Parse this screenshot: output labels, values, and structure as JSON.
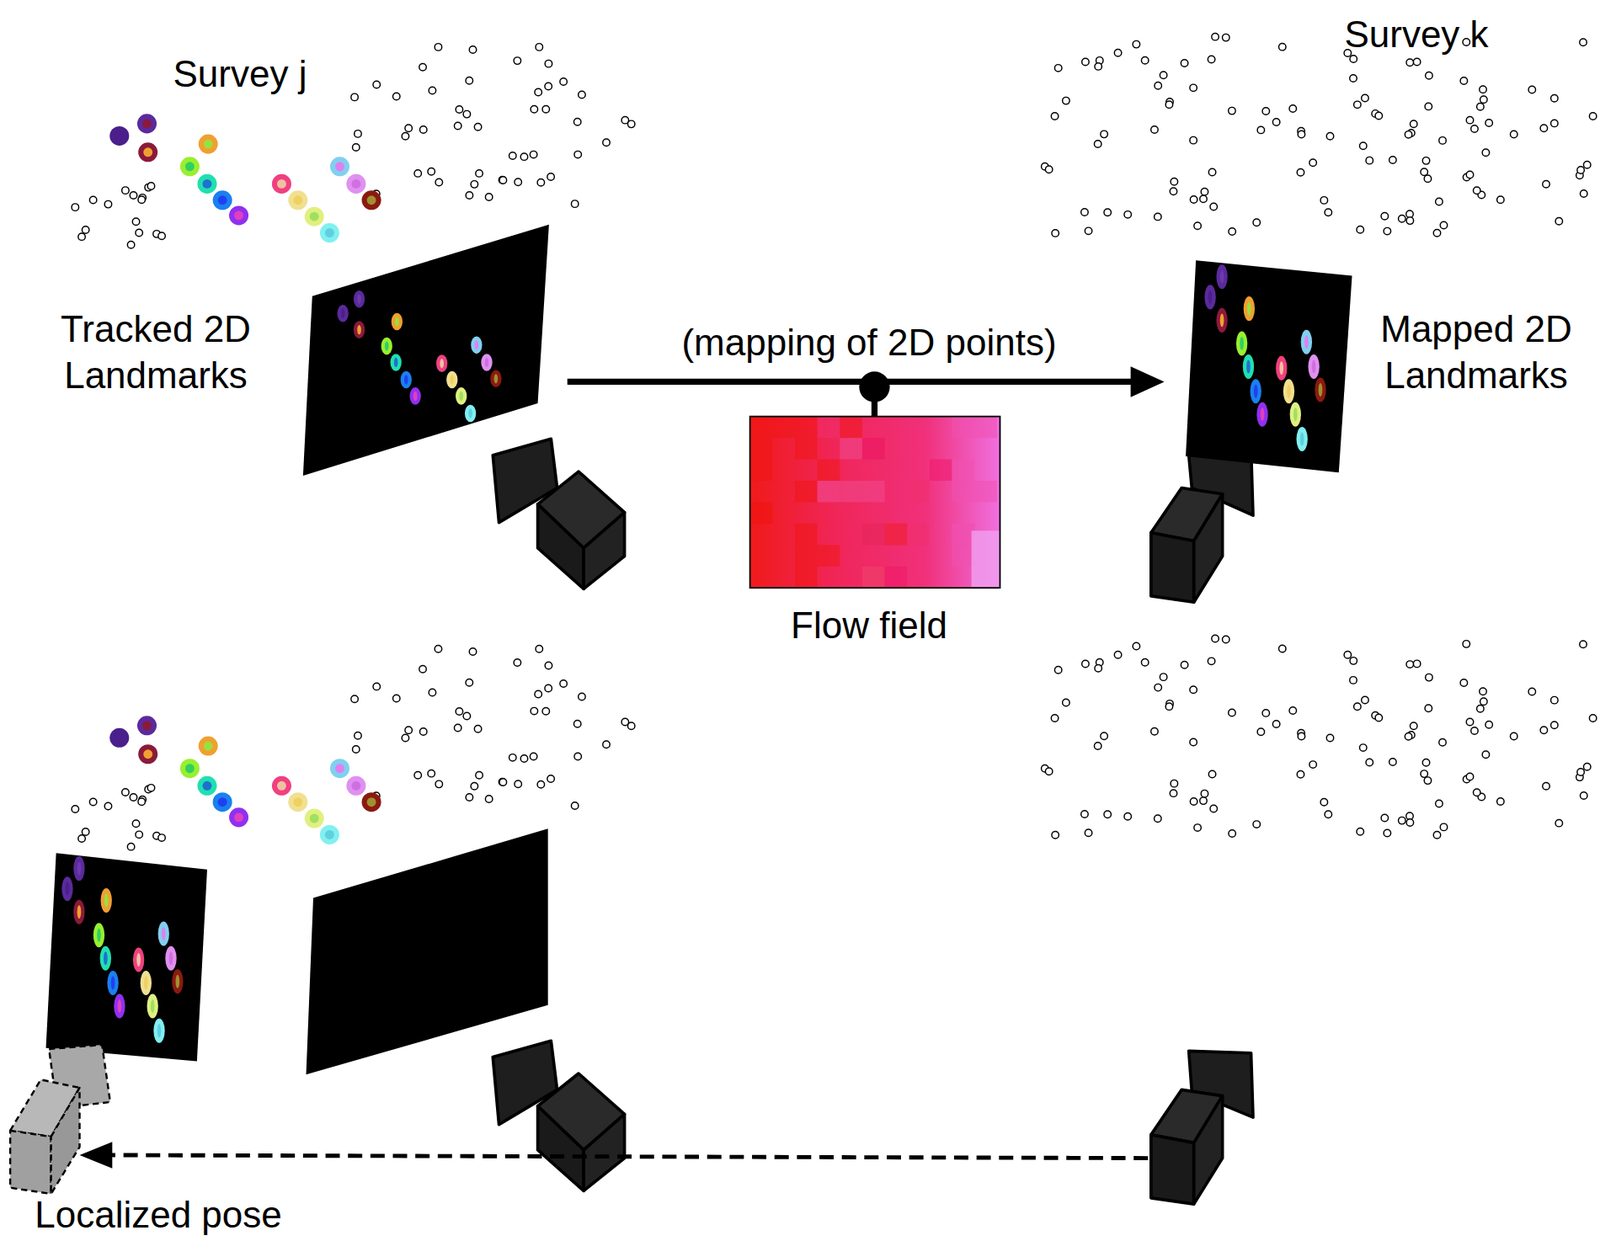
{
  "diagram": {
    "labels": [
      "Survey j",
      "Survey k",
      "Tracked 2D Landmarks",
      "Mapped 2D Landmarks",
      "(mapping of 2D points)",
      "Flow field",
      "Localized pose"
    ]
  }
}
